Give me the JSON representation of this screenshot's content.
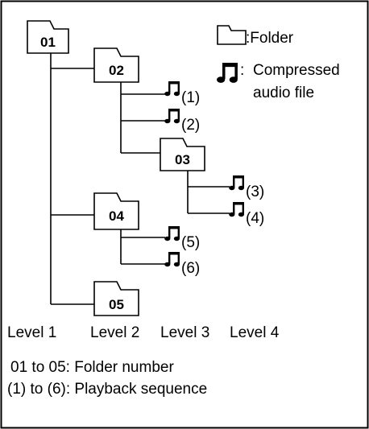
{
  "legend": {
    "folder_label": "Folder",
    "audio_label_line1": "Compressed",
    "audio_label_line2": "audio file",
    "folder_icon": "folder-icon",
    "audio_icon": "music-note-icon"
  },
  "folders": [
    {
      "id": "01",
      "level": 1
    },
    {
      "id": "02",
      "level": 2,
      "parent": "01"
    },
    {
      "id": "03",
      "level": 3,
      "parent": "02"
    },
    {
      "id": "04",
      "level": 2,
      "parent": "01"
    },
    {
      "id": "05",
      "level": 2,
      "parent": "01"
    }
  ],
  "files": [
    {
      "label": "(1)",
      "parent": "02"
    },
    {
      "label": "(2)",
      "parent": "02"
    },
    {
      "label": "(3)",
      "parent": "03"
    },
    {
      "label": "(4)",
      "parent": "03"
    },
    {
      "label": "(5)",
      "parent": "04"
    },
    {
      "label": "(6)",
      "parent": "04"
    }
  ],
  "levels": [
    "Level 1",
    "Level 2",
    "Level 3",
    "Level 4"
  ],
  "notes": [
    "01 to 05: Folder number",
    "(1) to (6): Playback sequence"
  ]
}
